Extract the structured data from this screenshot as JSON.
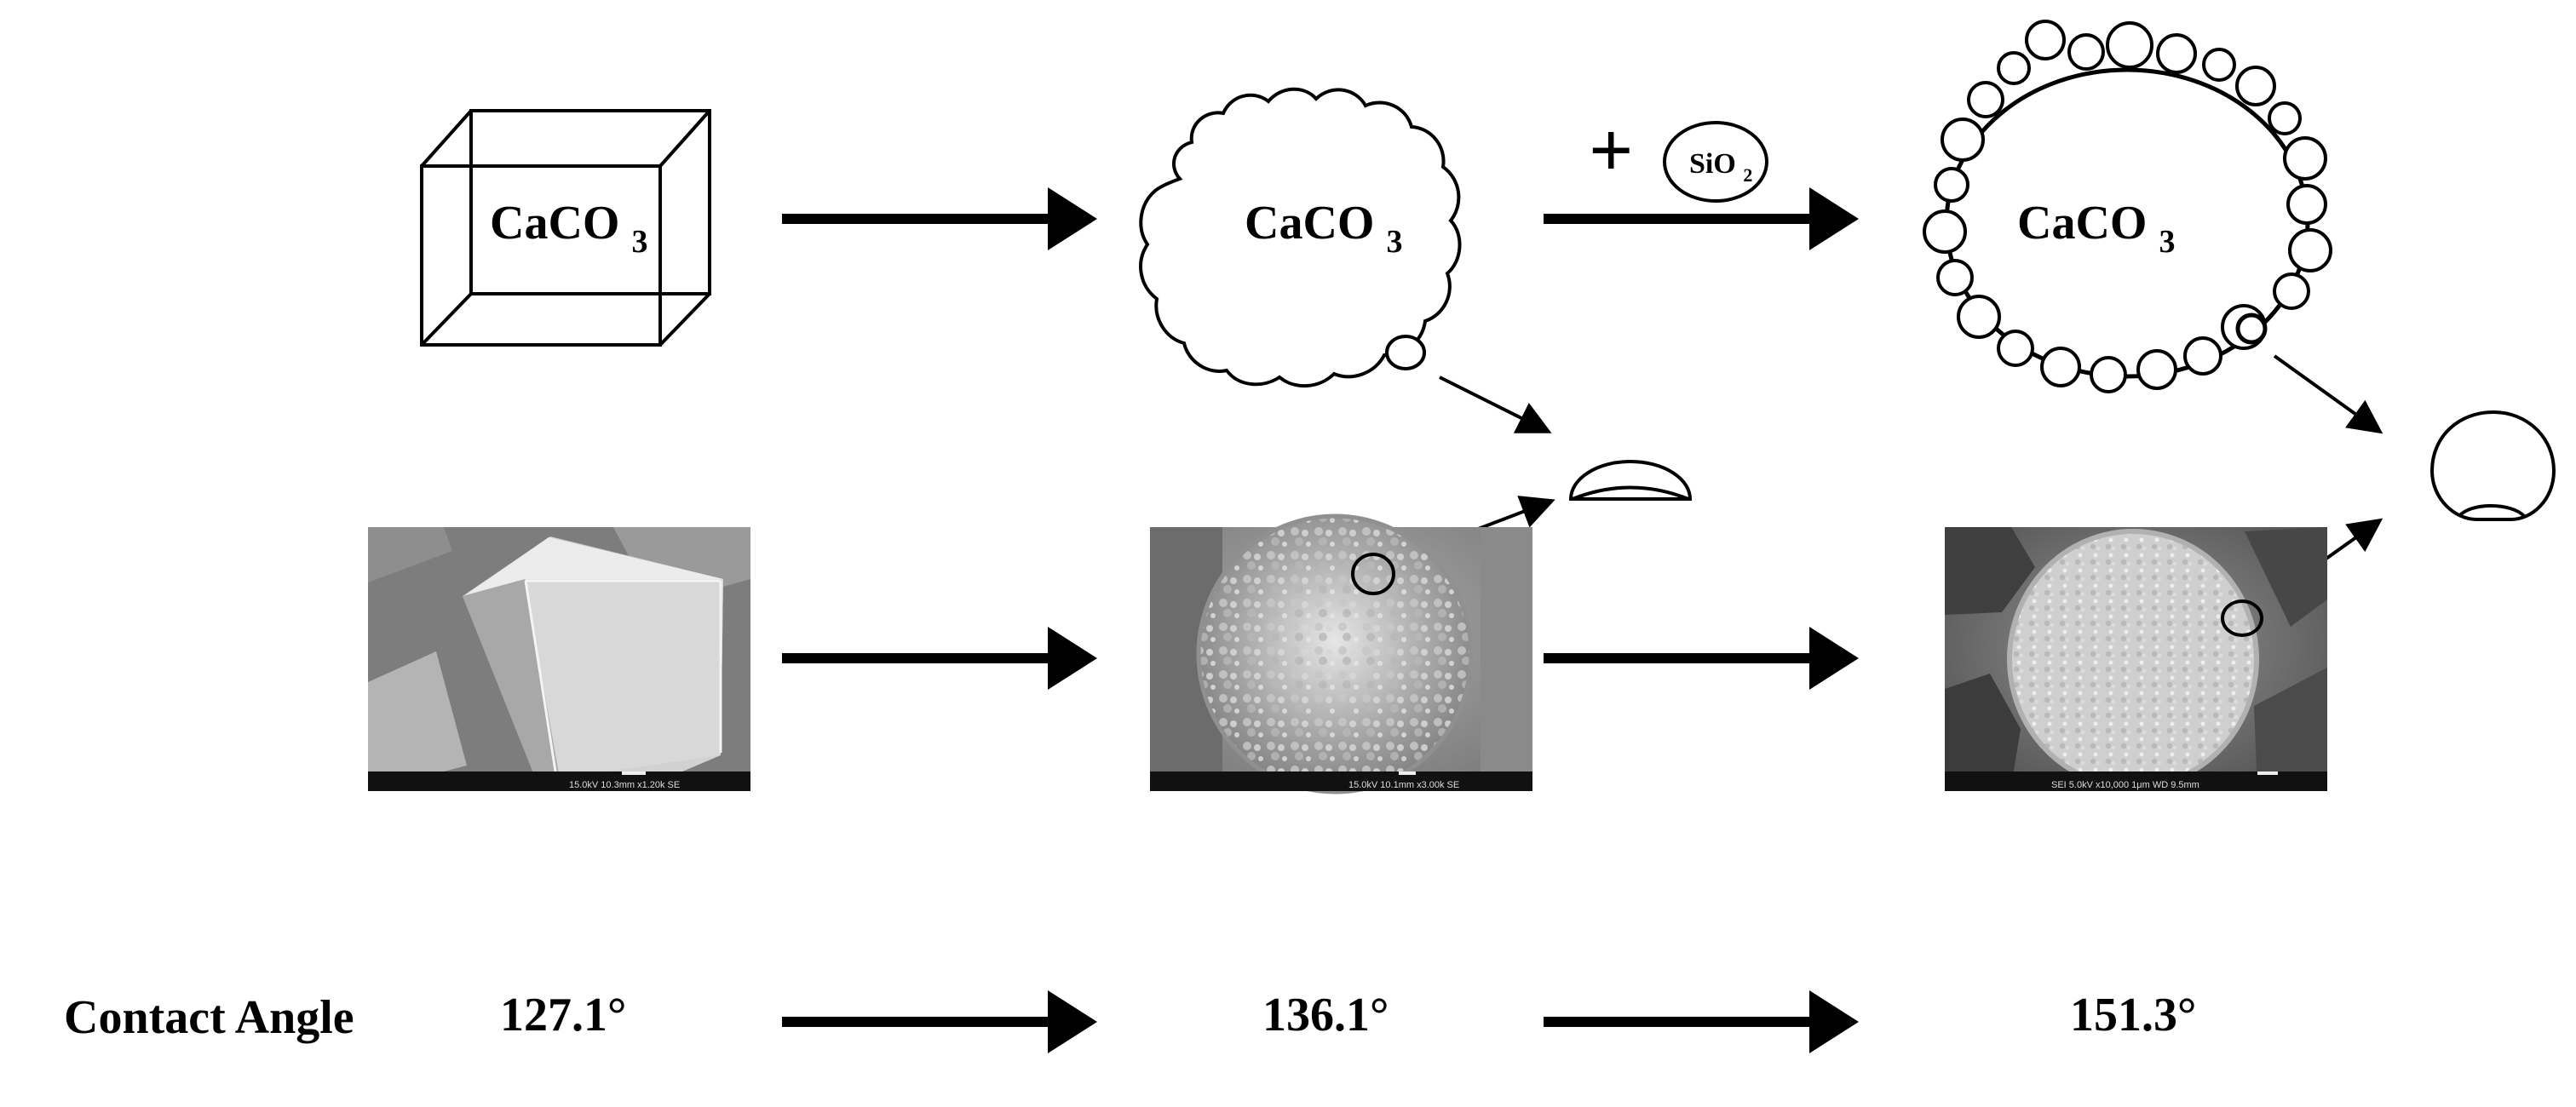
{
  "diagram": {
    "formula_main": "CaCO",
    "formula_sub": "3",
    "plus_sign": "+",
    "sio2_main": "SiO",
    "sio2_sub": "2",
    "row_label": "Contact Angle",
    "contact_angles": [
      "127.1°",
      "136.1°",
      "151.3°"
    ]
  }
}
